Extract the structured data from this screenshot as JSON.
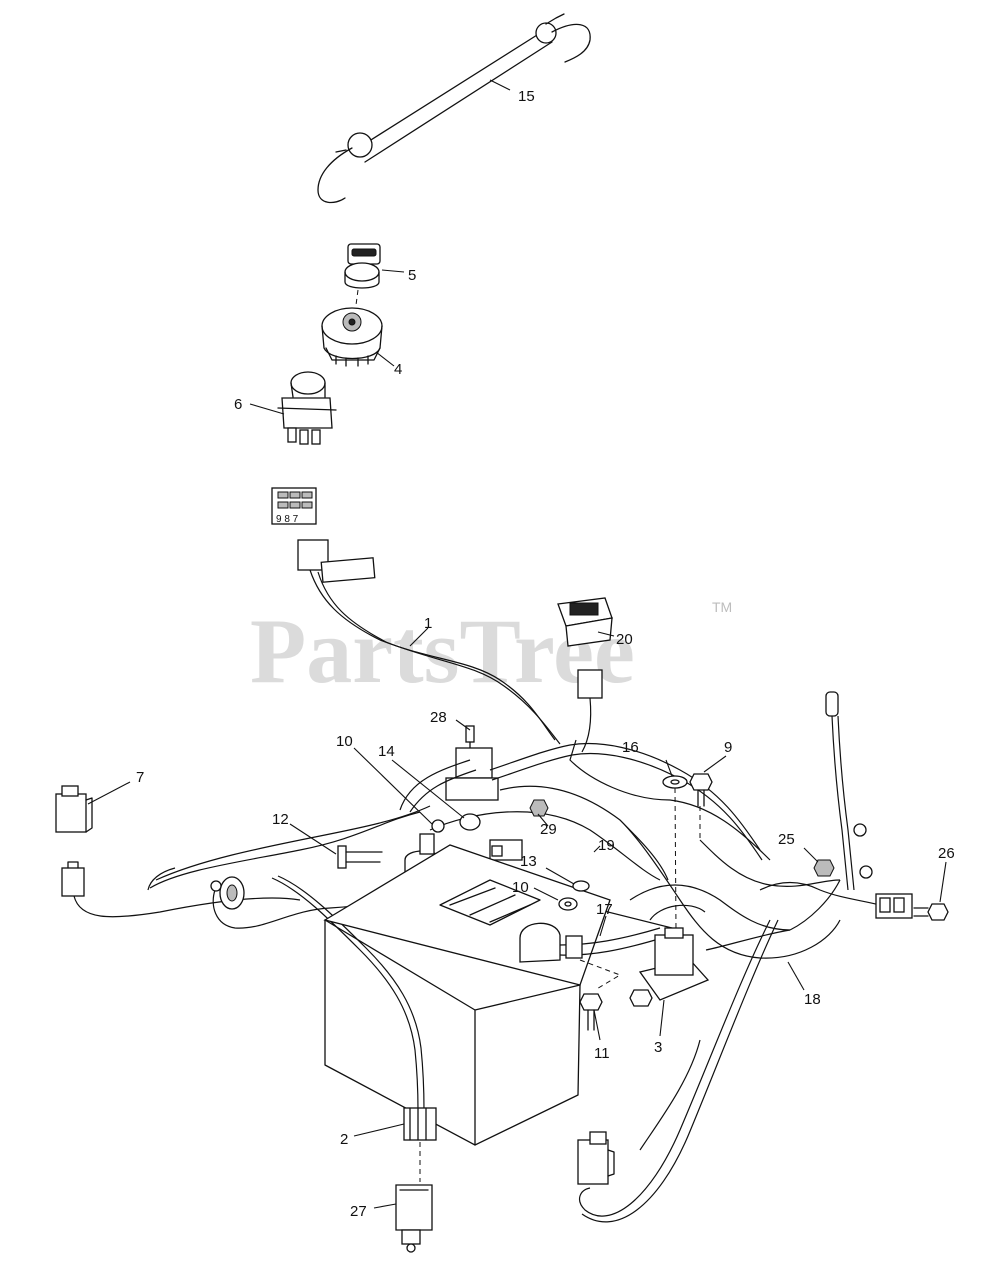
{
  "watermark": {
    "text": "PartsTree",
    "trademark": "TM"
  },
  "callouts": [
    {
      "id": "c1",
      "label": "1"
    },
    {
      "id": "c2",
      "label": "2"
    },
    {
      "id": "c3",
      "label": "3"
    },
    {
      "id": "c4",
      "label": "4"
    },
    {
      "id": "c5",
      "label": "5"
    },
    {
      "id": "c6",
      "label": "6"
    },
    {
      "id": "c7",
      "label": "7"
    },
    {
      "id": "c9",
      "label": "9"
    },
    {
      "id": "c10a",
      "label": "10"
    },
    {
      "id": "c10b",
      "label": "10"
    },
    {
      "id": "c11",
      "label": "11"
    },
    {
      "id": "c12",
      "label": "12"
    },
    {
      "id": "c13",
      "label": "13"
    },
    {
      "id": "c14",
      "label": "14"
    },
    {
      "id": "c15",
      "label": "15"
    },
    {
      "id": "c16",
      "label": "16"
    },
    {
      "id": "c17",
      "label": "17"
    },
    {
      "id": "c18",
      "label": "18"
    },
    {
      "id": "c19",
      "label": "19"
    },
    {
      "id": "c20",
      "label": "20"
    },
    {
      "id": "c25",
      "label": "25"
    },
    {
      "id": "c26",
      "label": "26"
    },
    {
      "id": "c27",
      "label": "27"
    },
    {
      "id": "c28",
      "label": "28"
    },
    {
      "id": "c29",
      "label": "29"
    }
  ],
  "connector_label": "9 8 7"
}
